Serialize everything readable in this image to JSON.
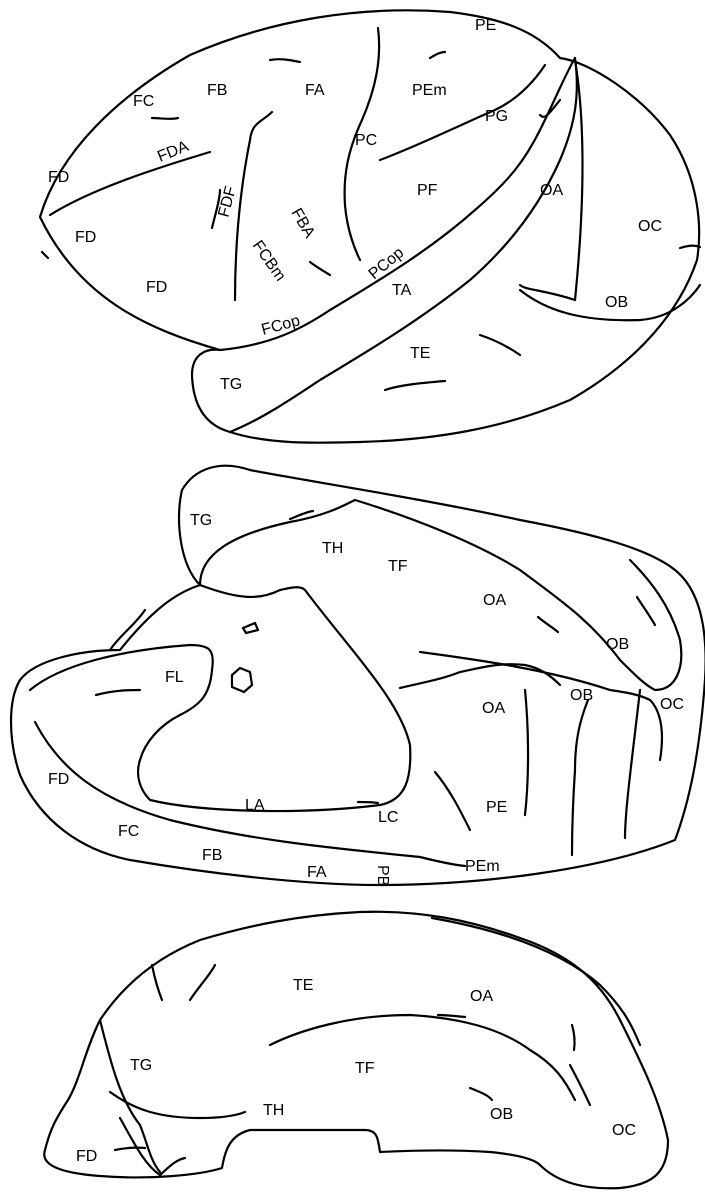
{
  "lateral_view": {
    "labels": {
      "PE": "PE",
      "FC": "FC",
      "FB": "FB",
      "FA": "FA",
      "PEm": "PEm",
      "PG": "PG",
      "PC": "PC",
      "FDA": "FDA",
      "FD1": "FD",
      "FDF": "FDF",
      "PF": "PF",
      "OA": "OA",
      "FD2": "FD",
      "FBA": "FBA",
      "OC": "OC",
      "FCBm": "FCBm",
      "PCop": "PCop",
      "FD3": "FD",
      "TA": "TA",
      "OB": "OB",
      "FCop": "FCop",
      "TE": "TE",
      "TG": "TG"
    }
  },
  "medial_view": {
    "labels": {
      "TG": "TG",
      "TH": "TH",
      "TF": "TF",
      "OA1": "OA",
      "OB1": "OB",
      "FL": "FL",
      "OB2": "OB",
      "OA2": "OA",
      "OC": "OC",
      "FD": "FD",
      "LA": "LA",
      "LC": "LC",
      "PE": "PE",
      "FC": "FC",
      "FB": "FB",
      "FA": "FA",
      "PB": "PB",
      "PEm": "PEm"
    }
  },
  "ventral_view": {
    "labels": {
      "TE": "TE",
      "OA": "OA",
      "TG": "TG",
      "TF": "TF",
      "TH": "TH",
      "OB": "OB",
      "OC": "OC",
      "FD": "FD"
    }
  }
}
